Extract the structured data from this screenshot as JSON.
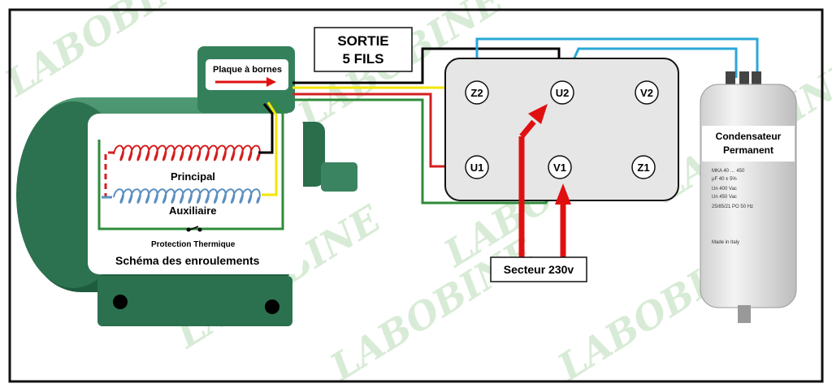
{
  "watermark": "LABOBINE",
  "title_box": {
    "line1": "SORTIE",
    "line2": "5 FILS"
  },
  "terminal_plate_label": "Plaque à bornes",
  "schema": {
    "principal_label": "Principal",
    "auxiliaire_label": "Auxiliaire",
    "protection_label": "Protection Thermique",
    "title": "Schéma des enroulements"
  },
  "terminals": {
    "z2": "Z2",
    "u2": "U2",
    "v2": "V2",
    "u1": "U1",
    "v1": "V1",
    "z1": "Z1"
  },
  "capacitor": {
    "label_line1": "Condensateur",
    "label_line2": "Permanent",
    "marking1": "MKA 40 … 450",
    "marking2": "µF 40 ± 5%",
    "marking3": "Un 400 Vac",
    "marking4": "Un 450 Vac",
    "marking5": "25/85/21 PO 50 Hz",
    "marking6": "Made in Italy"
  },
  "supply_label": "Secteur 230v",
  "colors": {
    "wire_black": "#000000",
    "wire_yellow": "#f2e600",
    "wire_red": "#d31f1f",
    "wire_green": "#2e8b3a",
    "wire_blue": "#2aa7d6",
    "arrow_red": "#e01010",
    "motor_green": "#2f7a55"
  }
}
